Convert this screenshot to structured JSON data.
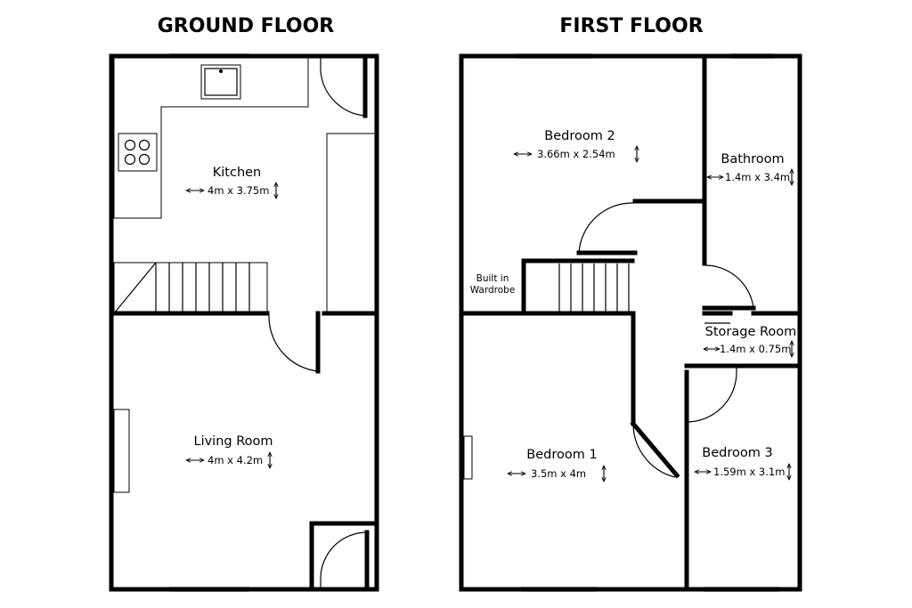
{
  "floors": [
    {
      "title": "GROUND FLOOR",
      "rooms": [
        {
          "name": "Kitchen",
          "dimensions": "4m x 3.75m"
        },
        {
          "name": "Living Room",
          "dimensions": "4m x 4.2m"
        }
      ]
    },
    {
      "title": "FIRST FLOOR",
      "rooms": [
        {
          "name": "Bedroom 2",
          "dimensions": "3.66m x 2.54m"
        },
        {
          "name": "Bathroom",
          "dimensions": "1.4m x 3.4m"
        },
        {
          "name": "Storage Room",
          "dimensions": "1.4m x 0.75m"
        },
        {
          "name": "Bedroom 1",
          "dimensions": "3.5m x 4m"
        },
        {
          "name": "Bedroom 3",
          "dimensions": "1.59m x 3.1m"
        }
      ],
      "labels": {
        "wardrobe_line1": "Built in",
        "wardrobe_line2": "Wardrobe"
      }
    }
  ],
  "icons": {
    "horizontal_dimension": "double-arrow-horizontal-icon",
    "vertical_dimension": "double-arrow-vertical-icon"
  }
}
